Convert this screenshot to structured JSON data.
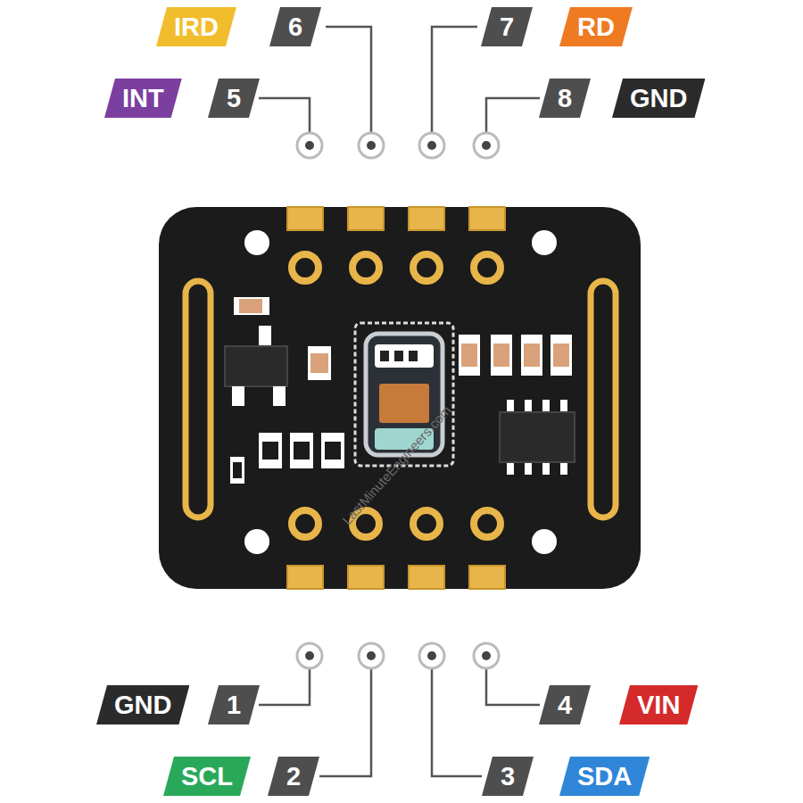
{
  "diagram": {
    "nodes": [
      {
        "text": [
          "IRD"
        ]
      },
      {
        "text": [
          "6"
        ]
      },
      {
        "text": [
          "7"
        ]
      },
      {
        "text": [
          "RD"
        ]
      },
      {
        "text": [
          "INT"
        ]
      },
      {
        "text": [
          "5"
        ]
      },
      {
        "text": [
          "8"
        ]
      },
      {
        "text": [
          "GND"
        ]
      },
      {
        "text": [
          "GND"
        ]
      },
      {
        "text": [
          "1"
        ]
      },
      {
        "text": [
          "4"
        ]
      },
      {
        "text": [
          "VIN"
        ]
      },
      {
        "text": [
          "SCL"
        ]
      },
      {
        "text": [
          "2"
        ]
      },
      {
        "text": [
          "3"
        ]
      },
      {
        "text": [
          "SDA"
        ]
      }
    ],
    "labels": [
      "LastMinuteEngineers.com"
    ]
  }
}
